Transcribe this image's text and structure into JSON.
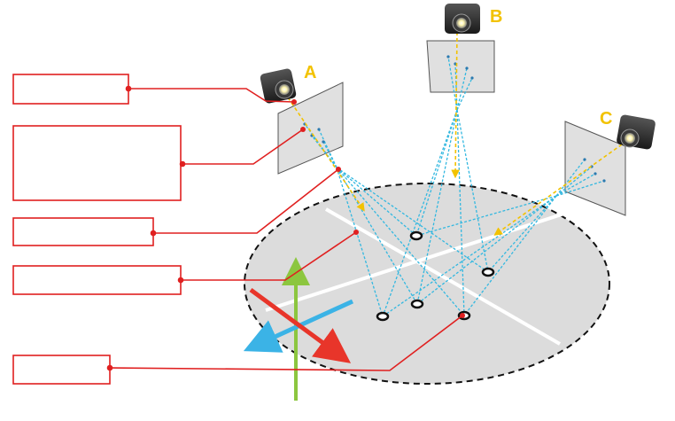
{
  "cameras": [
    {
      "id": "A",
      "label": "A"
    },
    {
      "id": "B",
      "label": "B"
    },
    {
      "id": "C",
      "label": "C"
    }
  ],
  "callout_boxes": [
    {
      "id": "box-1",
      "text": ""
    },
    {
      "id": "box-2",
      "text": ""
    },
    {
      "id": "box-3",
      "text": ""
    },
    {
      "id": "box-4",
      "text": ""
    },
    {
      "id": "box-5",
      "text": ""
    }
  ],
  "colors": {
    "callout": "#e02020",
    "ray": "#33b8e0",
    "optical_axis": "#f2c200",
    "axis_x": "#e8352a",
    "axis_y": "#8cc63f",
    "axis_z": "#3bb3e6",
    "floor": "#dcdcdc",
    "image_plane": "#e0e0e0",
    "camera_body": "#2b2b2b"
  },
  "icons": [
    "camera-icon",
    "marker-icon",
    "axis-arrow-icon"
  ]
}
